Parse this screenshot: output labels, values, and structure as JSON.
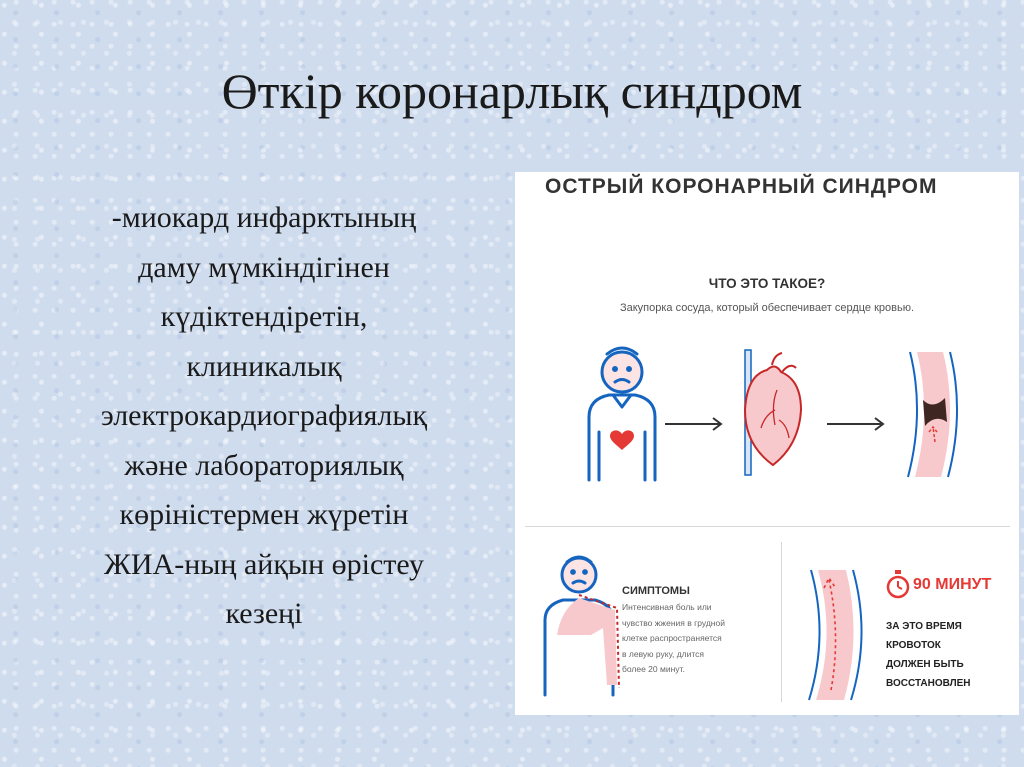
{
  "slide": {
    "title": "Өткір коронарлық синдром",
    "body_lines": [
      "-миокард инфарктының",
      "даму мүмкіндігінен",
      "күдіктендіретін,",
      "клиникалық",
      "электрокардиографиялық",
      "және лабораториялық",
      "көріністермен жүретін",
      "ЖИА-ның айқын өрістеу",
      "кезеңі"
    ]
  },
  "infographic": {
    "title": "ОСТРЫЙ КОРОНАРНЫЙ СИНДРОМ",
    "what_heading": "ЧТО ЭТО ТАКОЕ?",
    "what_desc": "Закупорка сосуда, который обеспечивает сердце кровью.",
    "symptoms_heading": "СИМПТОМЫ",
    "symptoms_lines": [
      "Интенсивная боль или",
      "чувство жжения в грудной",
      "клетке распространяется",
      "в левую руку, длится",
      "более 20 минут."
    ],
    "time_label": "90 МИНУТ",
    "restore_lines": [
      "ЗА ЭТО ВРЕМЯ",
      "КРОВОТОК",
      "ДОЛЖЕН БЫТЬ",
      "ВОССТАНОВЛЕН"
    ]
  },
  "colors": {
    "background": "#cfdcee",
    "accent_red": "#e53935",
    "skin_pink": "#f8c9cc",
    "outline_blue": "#1565c0"
  },
  "icons": [
    "sad-man-icon",
    "arrow-right-icon",
    "heart-icon",
    "blocked-artery-icon",
    "chest-pain-man-icon",
    "artery-flow-icon",
    "stopwatch-icon"
  ]
}
